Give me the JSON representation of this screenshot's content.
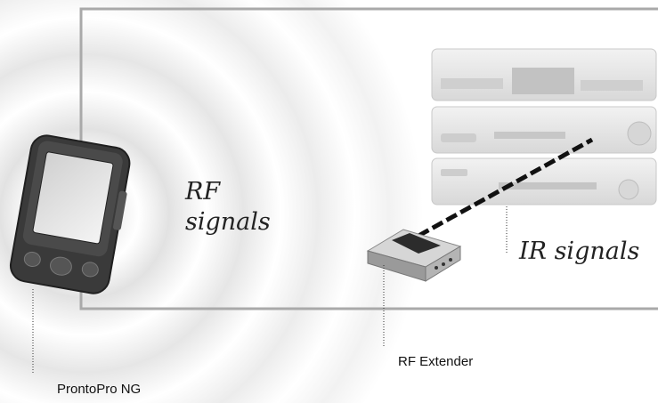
{
  "labels": {
    "rf_signals_line1": "RF",
    "rf_signals_line2": "signals",
    "ir_signals": "IR signals",
    "rf_extender": "RF Extender",
    "remote_name": "ProntoPro NG"
  },
  "colors": {
    "frame": "#a9a9a9",
    "wave": "#e6e6e6",
    "device_dark": "#3a3a3a",
    "equipment": "#e4e4e4",
    "ir_beam": "#111111"
  }
}
